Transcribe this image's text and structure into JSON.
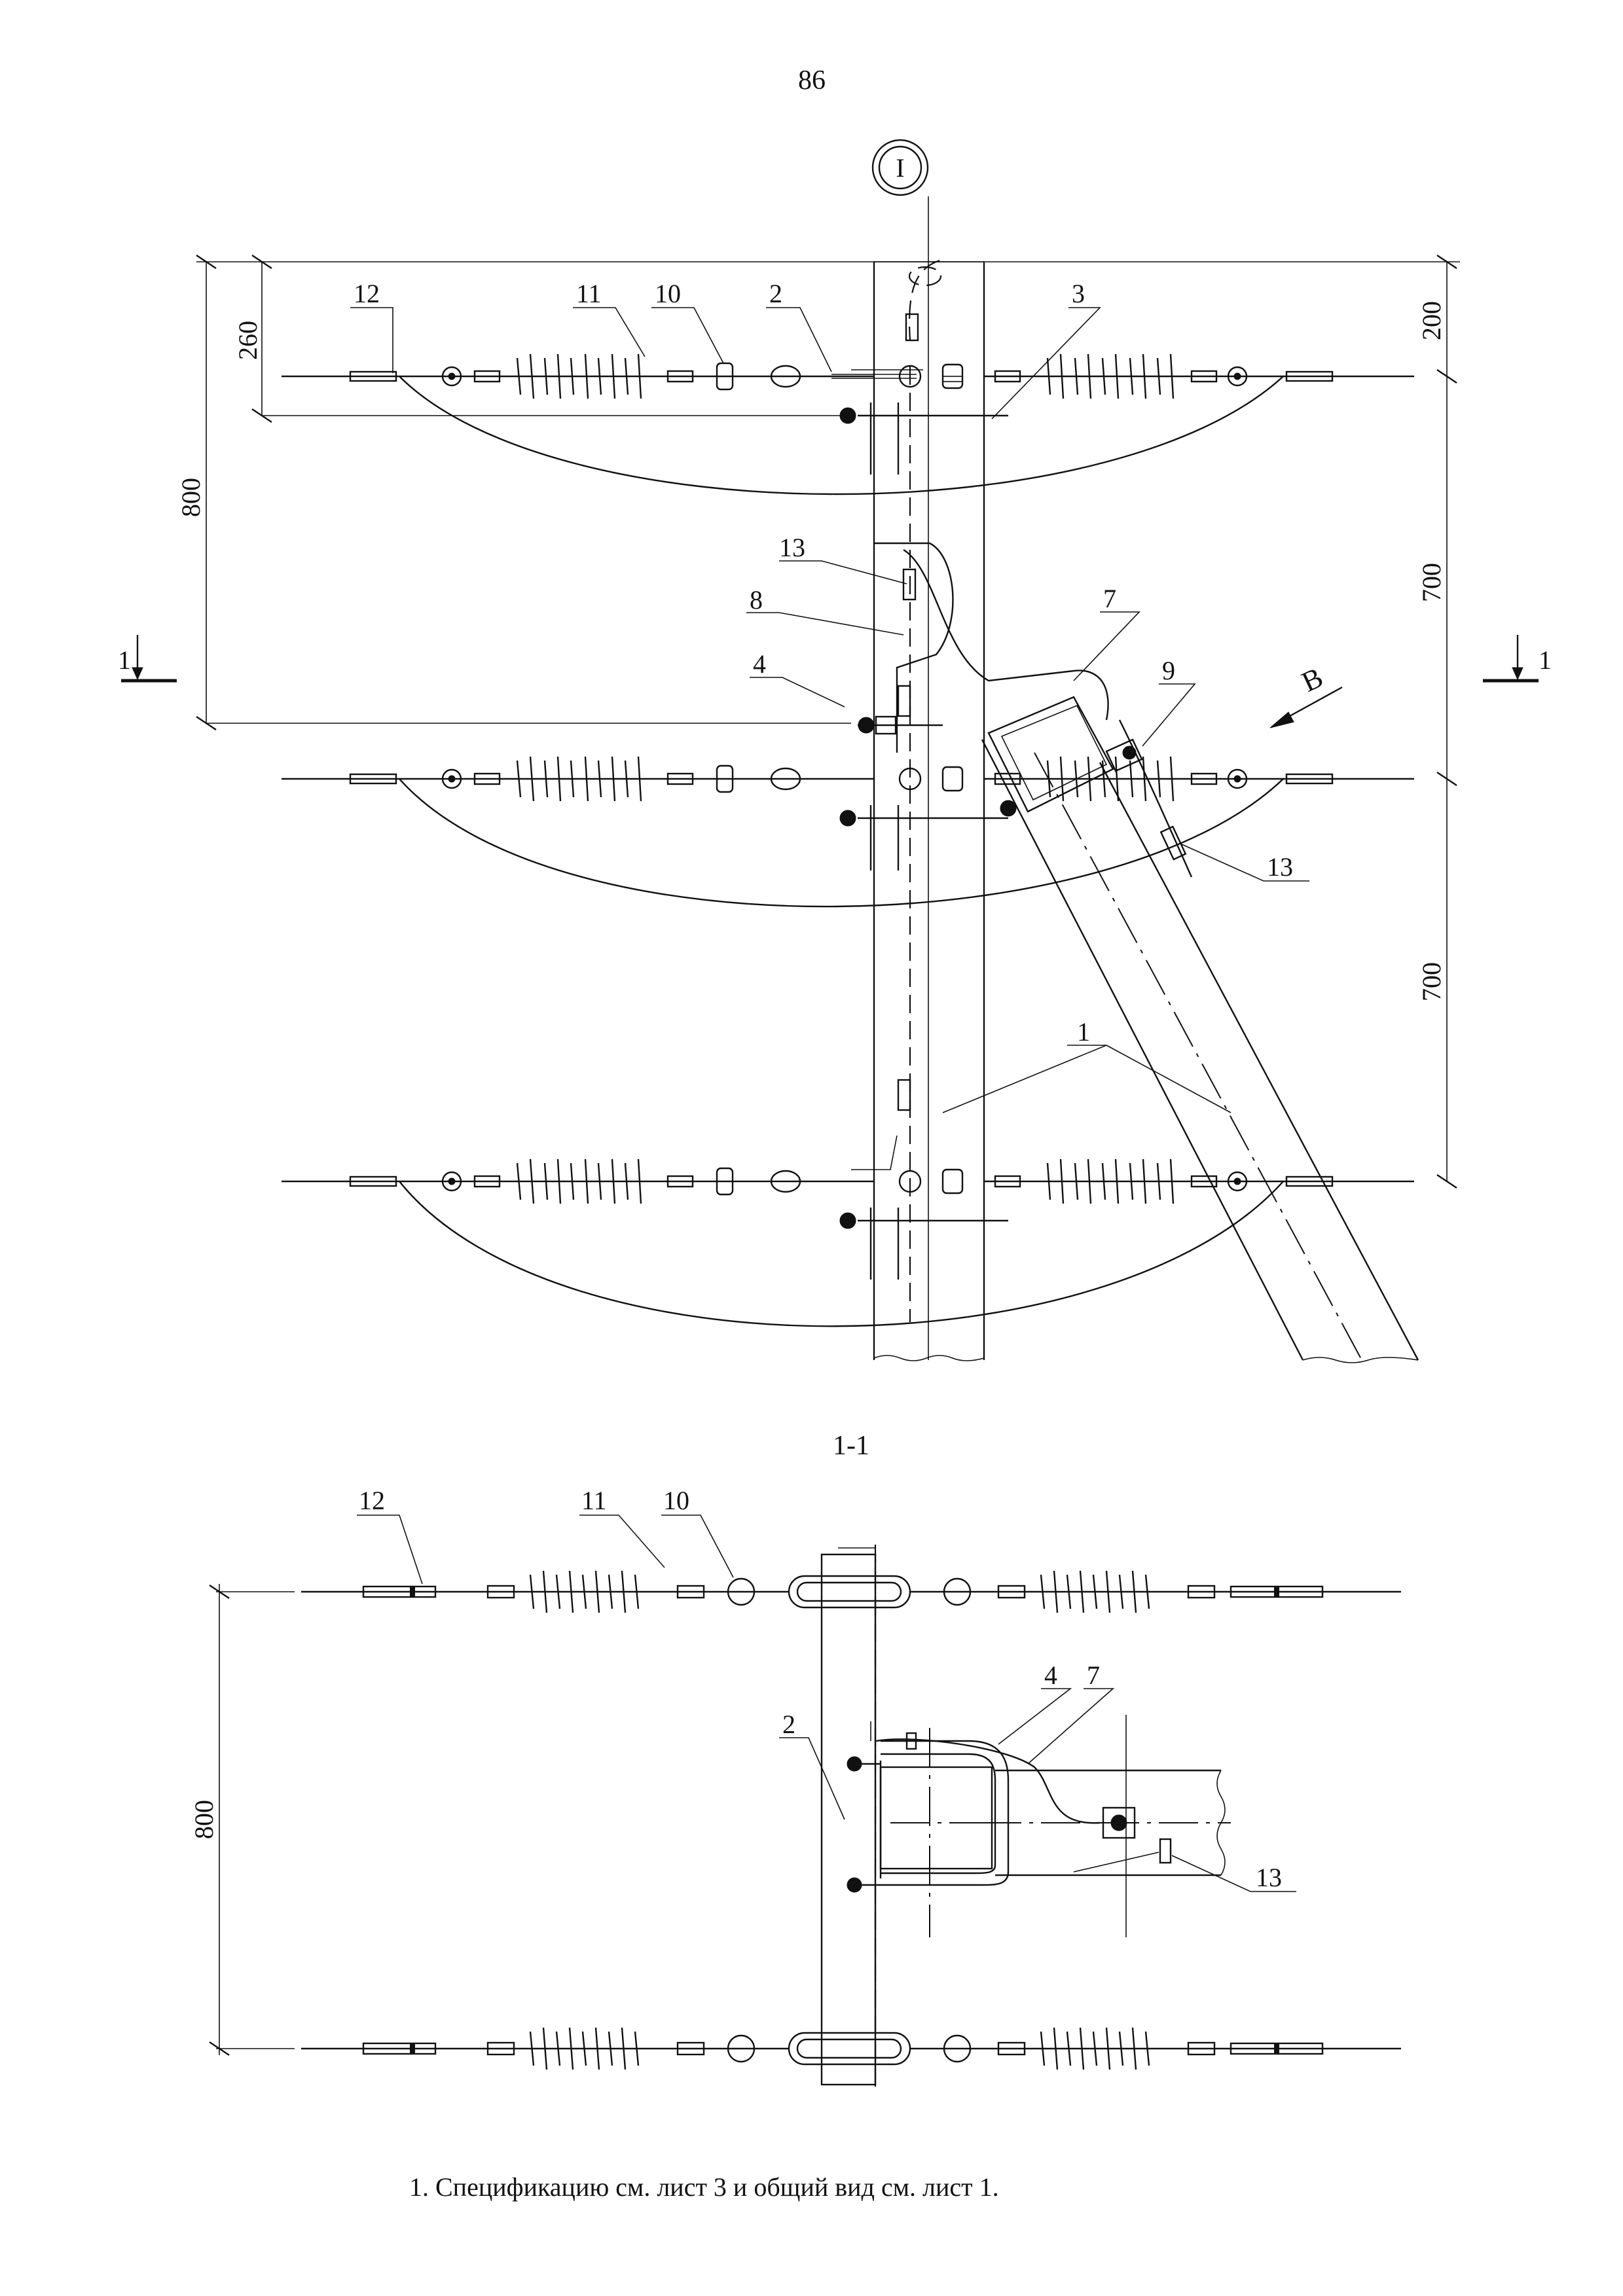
{
  "page_number": "86",
  "view_marker": "I",
  "section_title": "1-1",
  "direction_label": "В",
  "section_marks": [
    "1",
    "1"
  ],
  "dimensions_top": [
    "260",
    "800",
    "200",
    "700",
    "700"
  ],
  "dimensions_bottom": [
    "800"
  ],
  "callouts_top": [
    "12",
    "11",
    "10",
    "2",
    "3",
    "13",
    "8",
    "4",
    "7",
    "9",
    "13",
    "1"
  ],
  "callouts_bottom": [
    "12",
    "11",
    "10",
    "2",
    "4",
    "7",
    "13"
  ],
  "note": "1. Спецификацию см. лист 3 и общий вид см. лист 1."
}
